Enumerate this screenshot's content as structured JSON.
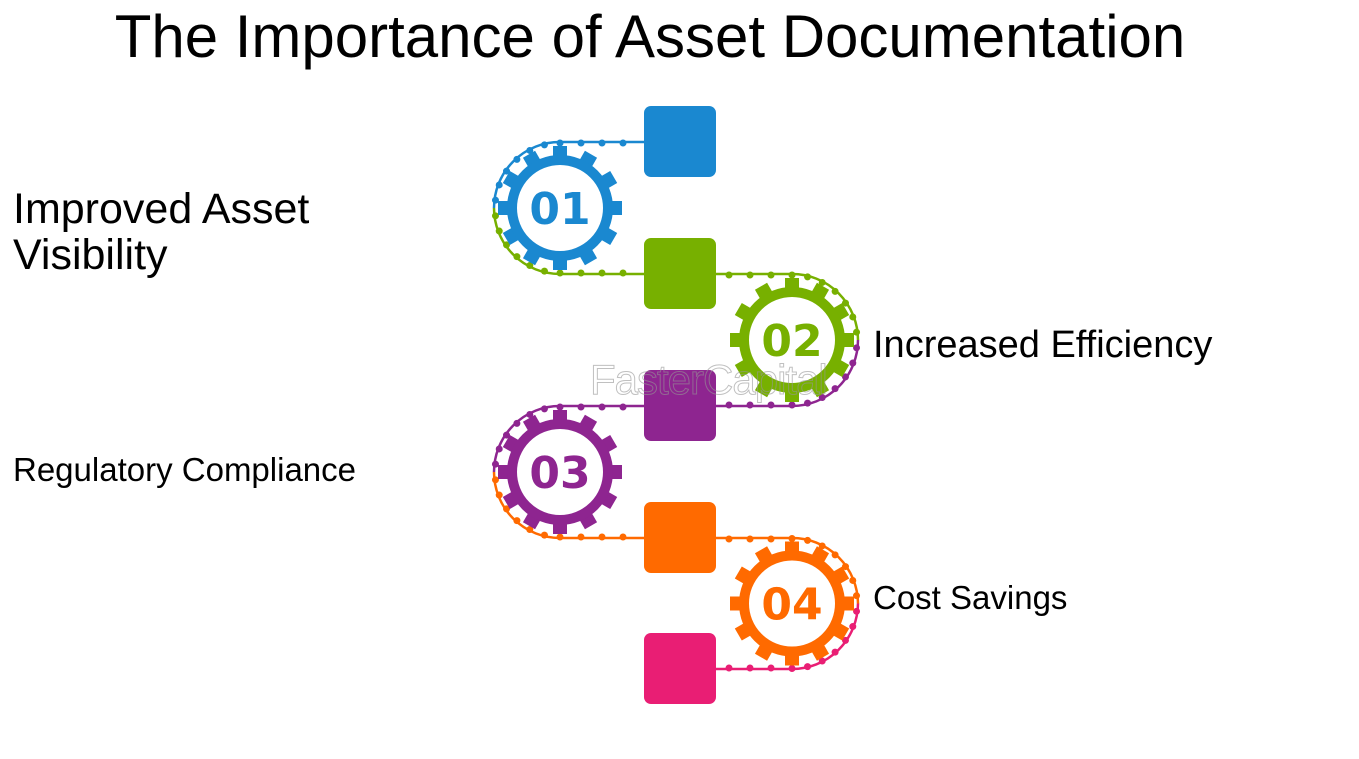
{
  "title": "The Importance of Asset Documentation",
  "steps": [
    {
      "number": "01",
      "label": "Improved Asset Visibility",
      "color": "#1a88d0"
    },
    {
      "number": "02",
      "label": "Increased Efficiency",
      "color": "#77b000"
    },
    {
      "number": "03",
      "label": "Regulatory Compliance",
      "color": "#8e2590"
    },
    {
      "number": "04",
      "label": "Cost Savings",
      "color": "#ff6a00"
    }
  ],
  "end_color": "#e91e74",
  "watermark": "FasterCapital"
}
